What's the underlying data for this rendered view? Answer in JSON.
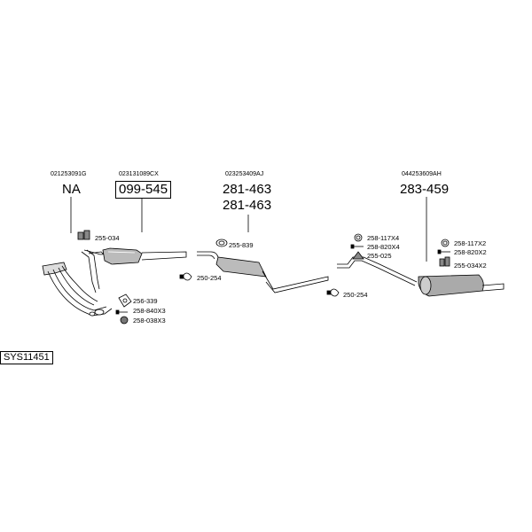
{
  "system_code": "SYS11451",
  "sections": [
    {
      "oem": "021253091G",
      "part": "NA"
    },
    {
      "oem": "023131089CX",
      "part": "099-545"
    },
    {
      "oem": "023253409AJ",
      "part": "281-463",
      "part2": "281-463"
    },
    {
      "oem": "044253609AH",
      "part": "283-459"
    }
  ],
  "small_parts": [
    "255-034",
    "256-339",
    "258-840X3",
    "258-038X3",
    "255-839",
    "250-254",
    "250-254",
    "258-117X4",
    "258-820X4",
    "255-025",
    "258-117X2",
    "258-820X2",
    "255-034X2"
  ]
}
